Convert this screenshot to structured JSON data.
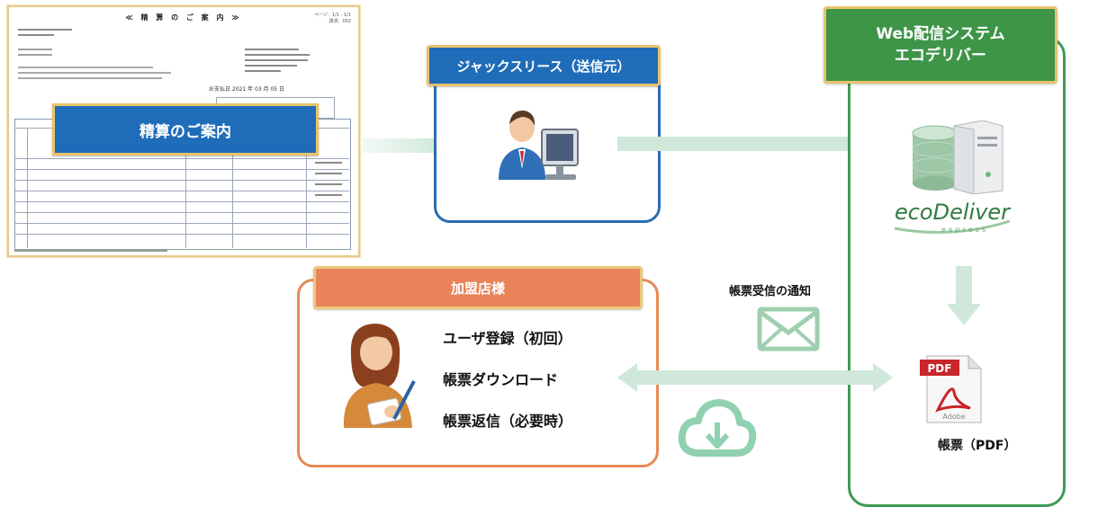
{
  "document": {
    "title": "≪ 精 算 の ご 案 内 ≫",
    "page_info_line1": "ページ：1/1 - 1/1",
    "page_info_line2": "請求：002",
    "date_line": "お支払日 2021 年 03 月 05 日",
    "badge": "精算のご案内"
  },
  "sender": {
    "header": "ジャックスリース（送信元）"
  },
  "system": {
    "header_line1": "Web配信システム",
    "header_line2": "エコデリバー",
    "logo_main": "ecoDeliver",
    "logo_sub": "express",
    "pdf_icon_text": "PDF",
    "pdf_icon_brand": "Adobe",
    "pdf_label": "帳票（PDF）"
  },
  "shop": {
    "header": "加盟店様",
    "items": [
      "ユーザ登録（初回）",
      "帳票ダウンロード",
      "帳票返信（必要時）"
    ]
  },
  "notification": {
    "label": "帳票受信の通知"
  },
  "colors": {
    "blue": "#1f6cb9",
    "green": "#3e9548",
    "orange": "#e8835a",
    "gold_border": "#e8c36b",
    "arrow": "#cfe8da",
    "cloud": "#8fd1b0"
  }
}
